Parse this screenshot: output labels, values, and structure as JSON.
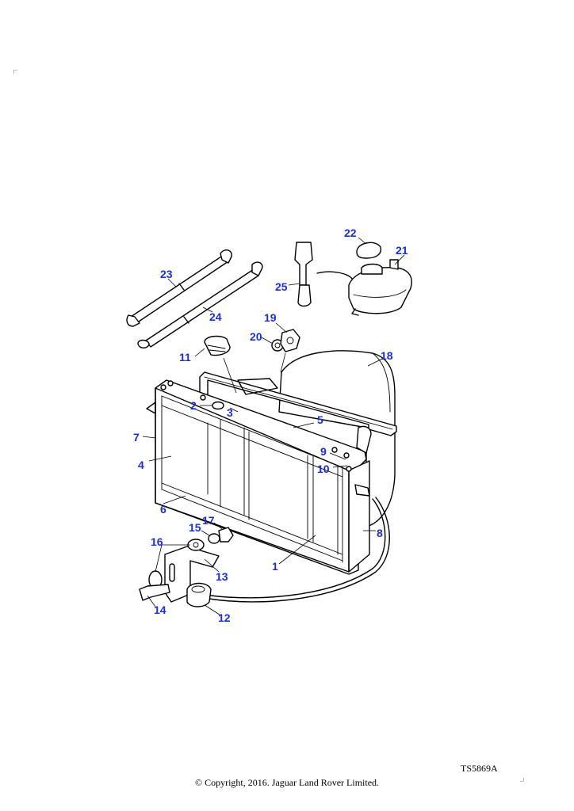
{
  "diagram": {
    "reference_code": "TS5869A",
    "copyright": "© Copyright, 2016. Jaguar Land Rover Limited.",
    "callout_color": "#1a2fd1",
    "callouts": [
      {
        "id": "1",
        "label": "1"
      },
      {
        "id": "2",
        "label": "2"
      },
      {
        "id": "3",
        "label": "3"
      },
      {
        "id": "4",
        "label": "4"
      },
      {
        "id": "5",
        "label": "5"
      },
      {
        "id": "6",
        "label": "6"
      },
      {
        "id": "7",
        "label": "7"
      },
      {
        "id": "8",
        "label": "8"
      },
      {
        "id": "9",
        "label": "9"
      },
      {
        "id": "10",
        "label": "10"
      },
      {
        "id": "11",
        "label": "11"
      },
      {
        "id": "12",
        "label": "12"
      },
      {
        "id": "13",
        "label": "13"
      },
      {
        "id": "14",
        "label": "14"
      },
      {
        "id": "15",
        "label": "15"
      },
      {
        "id": "16",
        "label": "16"
      },
      {
        "id": "17",
        "label": "17"
      },
      {
        "id": "18",
        "label": "18"
      },
      {
        "id": "19",
        "label": "19"
      },
      {
        "id": "20",
        "label": "20"
      },
      {
        "id": "21",
        "label": "21"
      },
      {
        "id": "22",
        "label": "22"
      },
      {
        "id": "23",
        "label": "23"
      },
      {
        "id": "24",
        "label": "24"
      },
      {
        "id": "25",
        "label": "25"
      }
    ]
  }
}
